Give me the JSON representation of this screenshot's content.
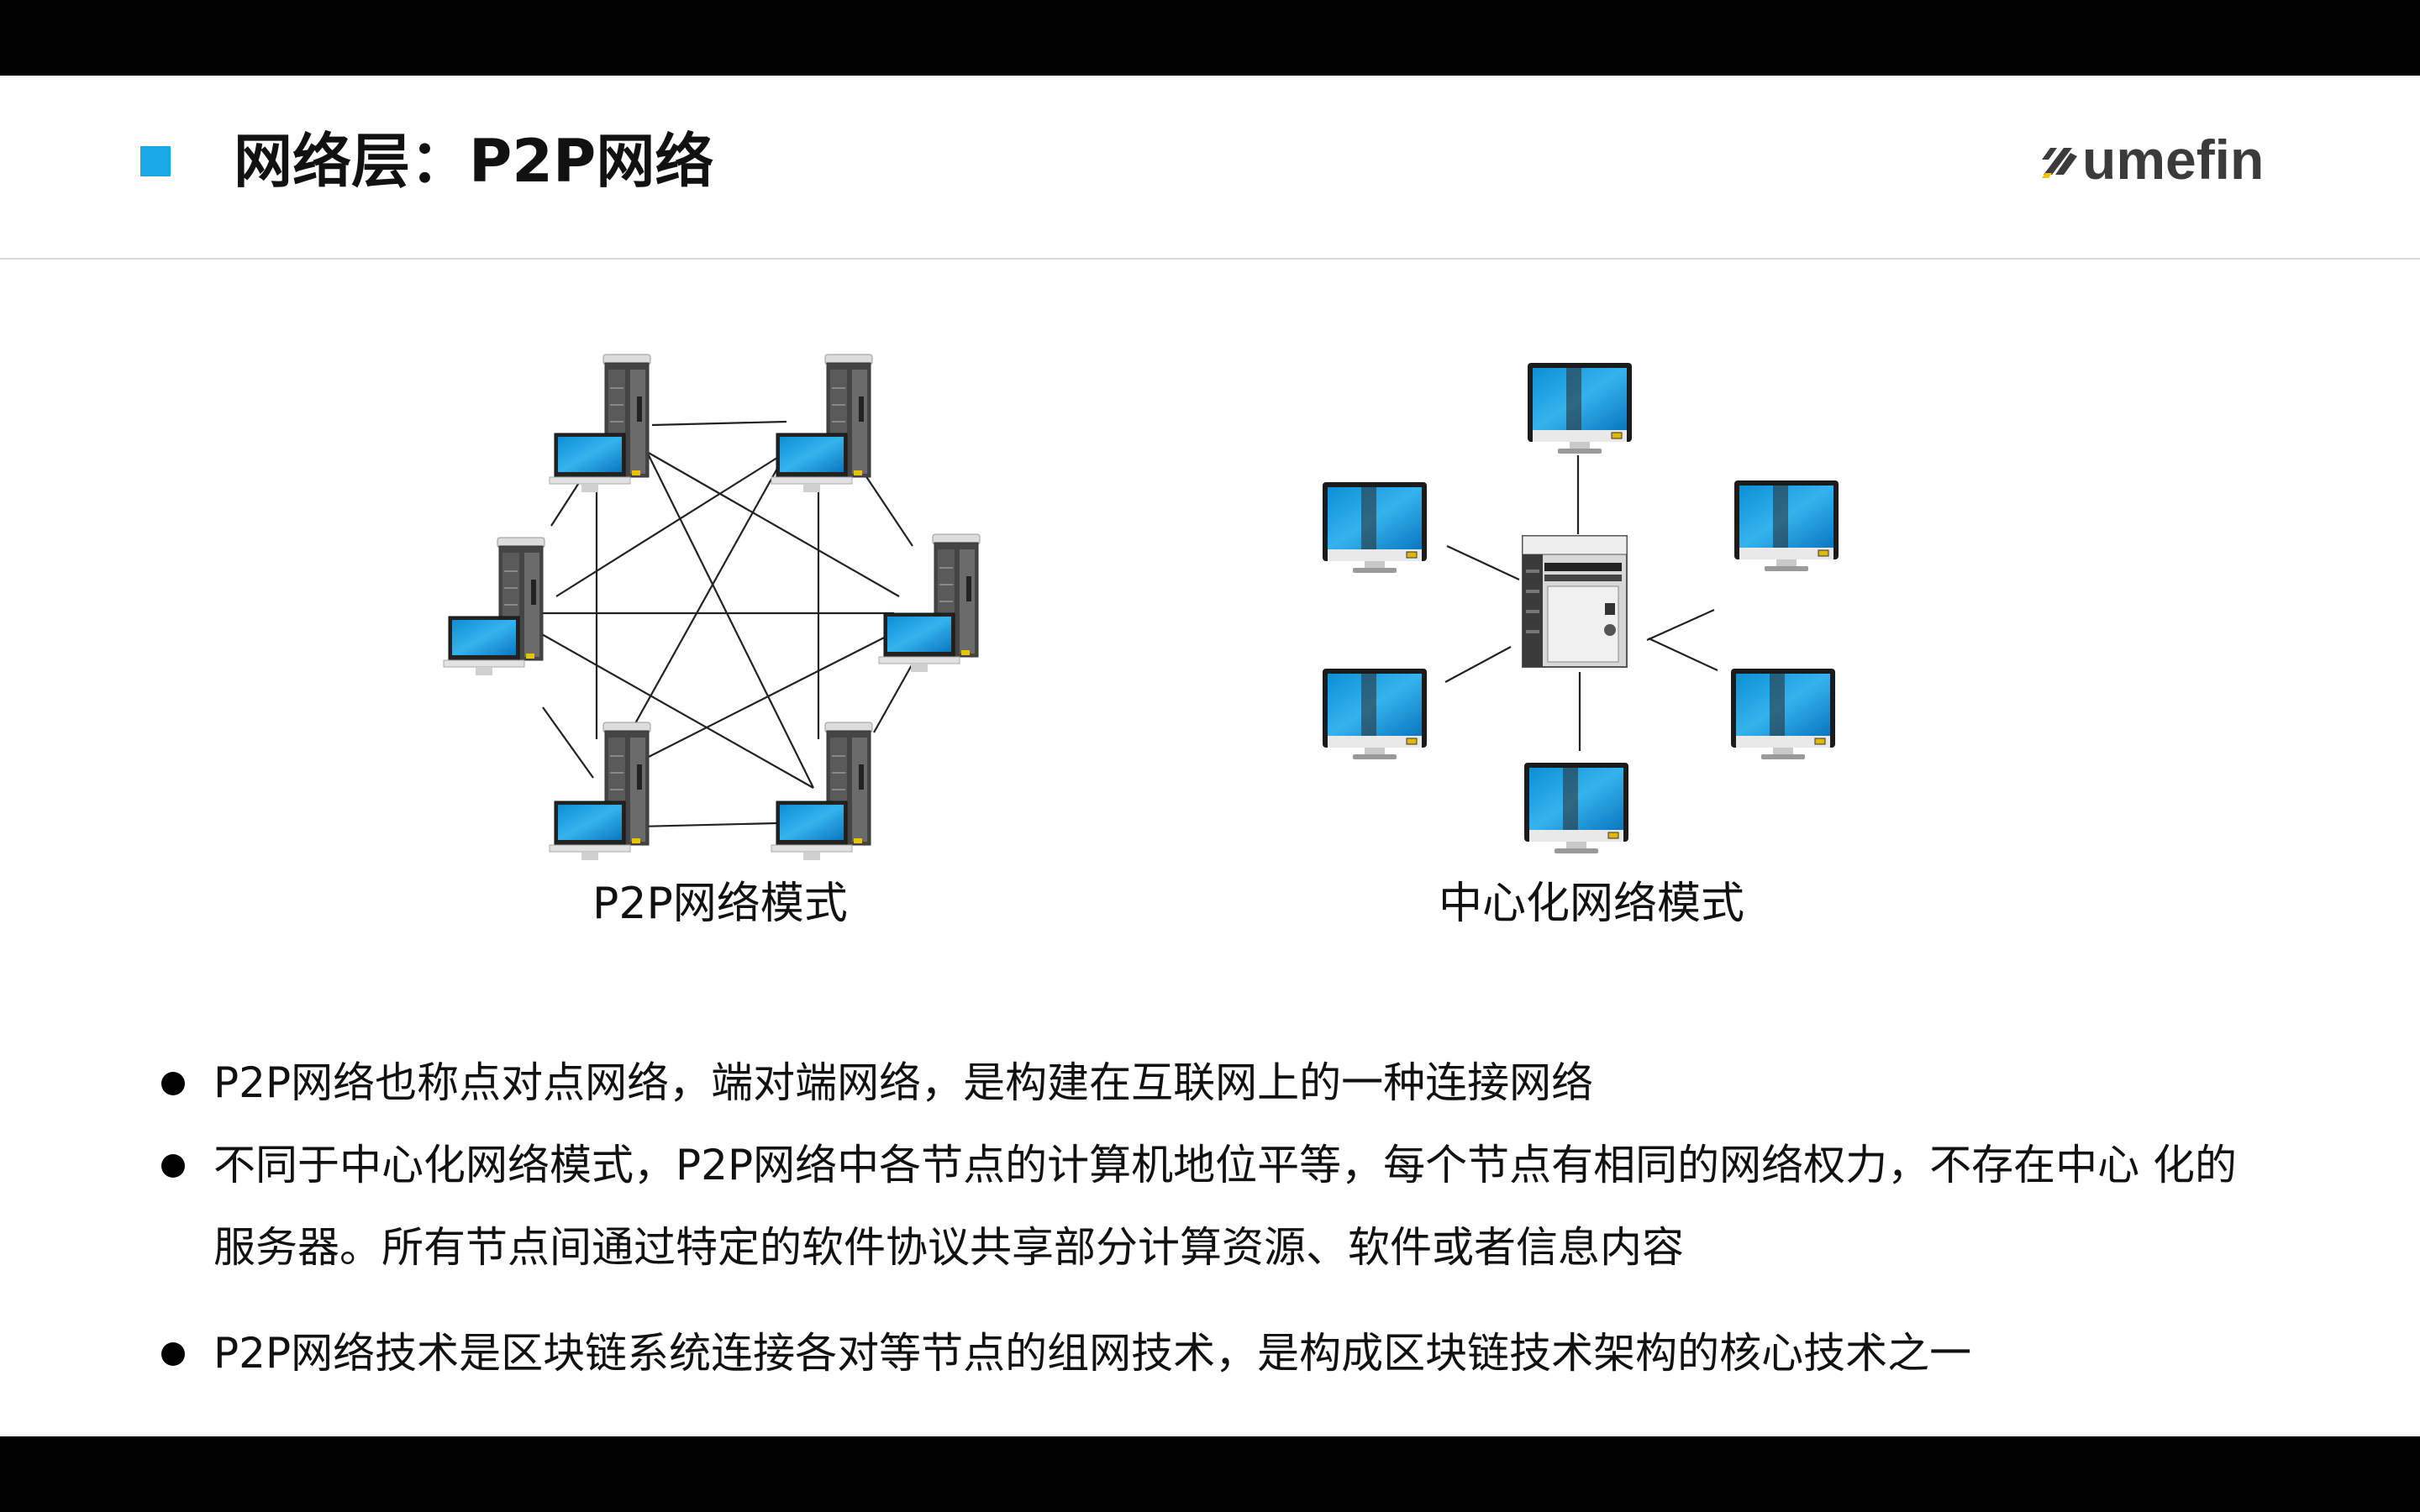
{
  "slide": {
    "title": "网络层：P2P网络",
    "logo": "umefin",
    "accent_color": "#19a8e6"
  },
  "diagrams": {
    "p2p": {
      "caption": "P2P网络模式",
      "node_icon": "workstation-tower-with-monitor",
      "node_count": 6
    },
    "central": {
      "caption": "中心化网络模式",
      "server_icon": "server-icon",
      "client_icon": "monitor-icon",
      "client_count": 6
    }
  },
  "bullets": [
    "P2P网络也称点对点网络，端对端网络，是构建在互联网上的一种连接网络",
    "不同于中心化网络模式，P2P网络中各节点的计算机地位平等，每个节点有相同的网络权力，不存在中心 化的服务器。所有节点间通过特定的软件协议共享部分计算资源、软件或者信息内容",
    "P2P网络技术是区块链系统连接各对等节点的组网技术，是构成区块链技术架构的核心技术之一"
  ]
}
